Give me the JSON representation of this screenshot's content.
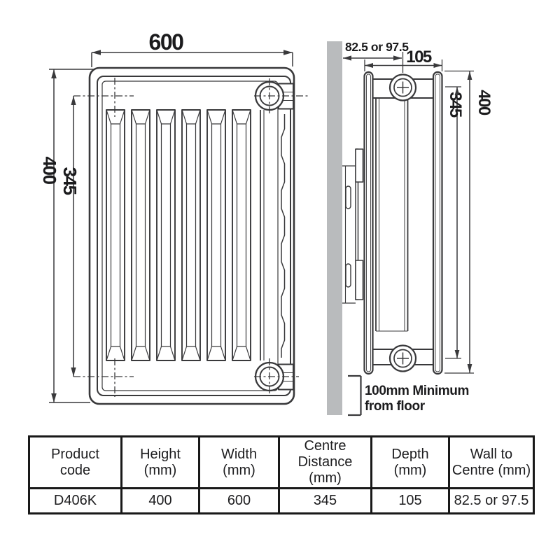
{
  "front_view": {
    "width_dim": "600",
    "height_dim": "400",
    "centre_dim": "345"
  },
  "side_view": {
    "wall_to_centre_dim": "82.5 or 97.5",
    "depth_dim": "105",
    "height_dim": "400",
    "centre_dim": "345",
    "floor_note_line1": "100mm Minimum",
    "floor_note_line2": "from floor"
  },
  "spec_table": {
    "headers": [
      {
        "line1": "Product",
        "line2": "code"
      },
      {
        "line1": "Height",
        "line2": "(mm)"
      },
      {
        "line1": "Width",
        "line2": "(mm)"
      },
      {
        "line1": "Centre",
        "line2": "Distance (mm)"
      },
      {
        "line1": "Depth",
        "line2": "(mm)"
      },
      {
        "line1": "Wall to",
        "line2": "Centre (mm)"
      }
    ],
    "row": {
      "product_code": "D406K",
      "height": "400",
      "width": "600",
      "centre_distance": "345",
      "depth": "105",
      "wall_to_centre": "82.5 or 97.5"
    }
  },
  "colors": {
    "line": "#39393b",
    "wall": "#b9bbbd",
    "text": "#1b1b1d"
  }
}
